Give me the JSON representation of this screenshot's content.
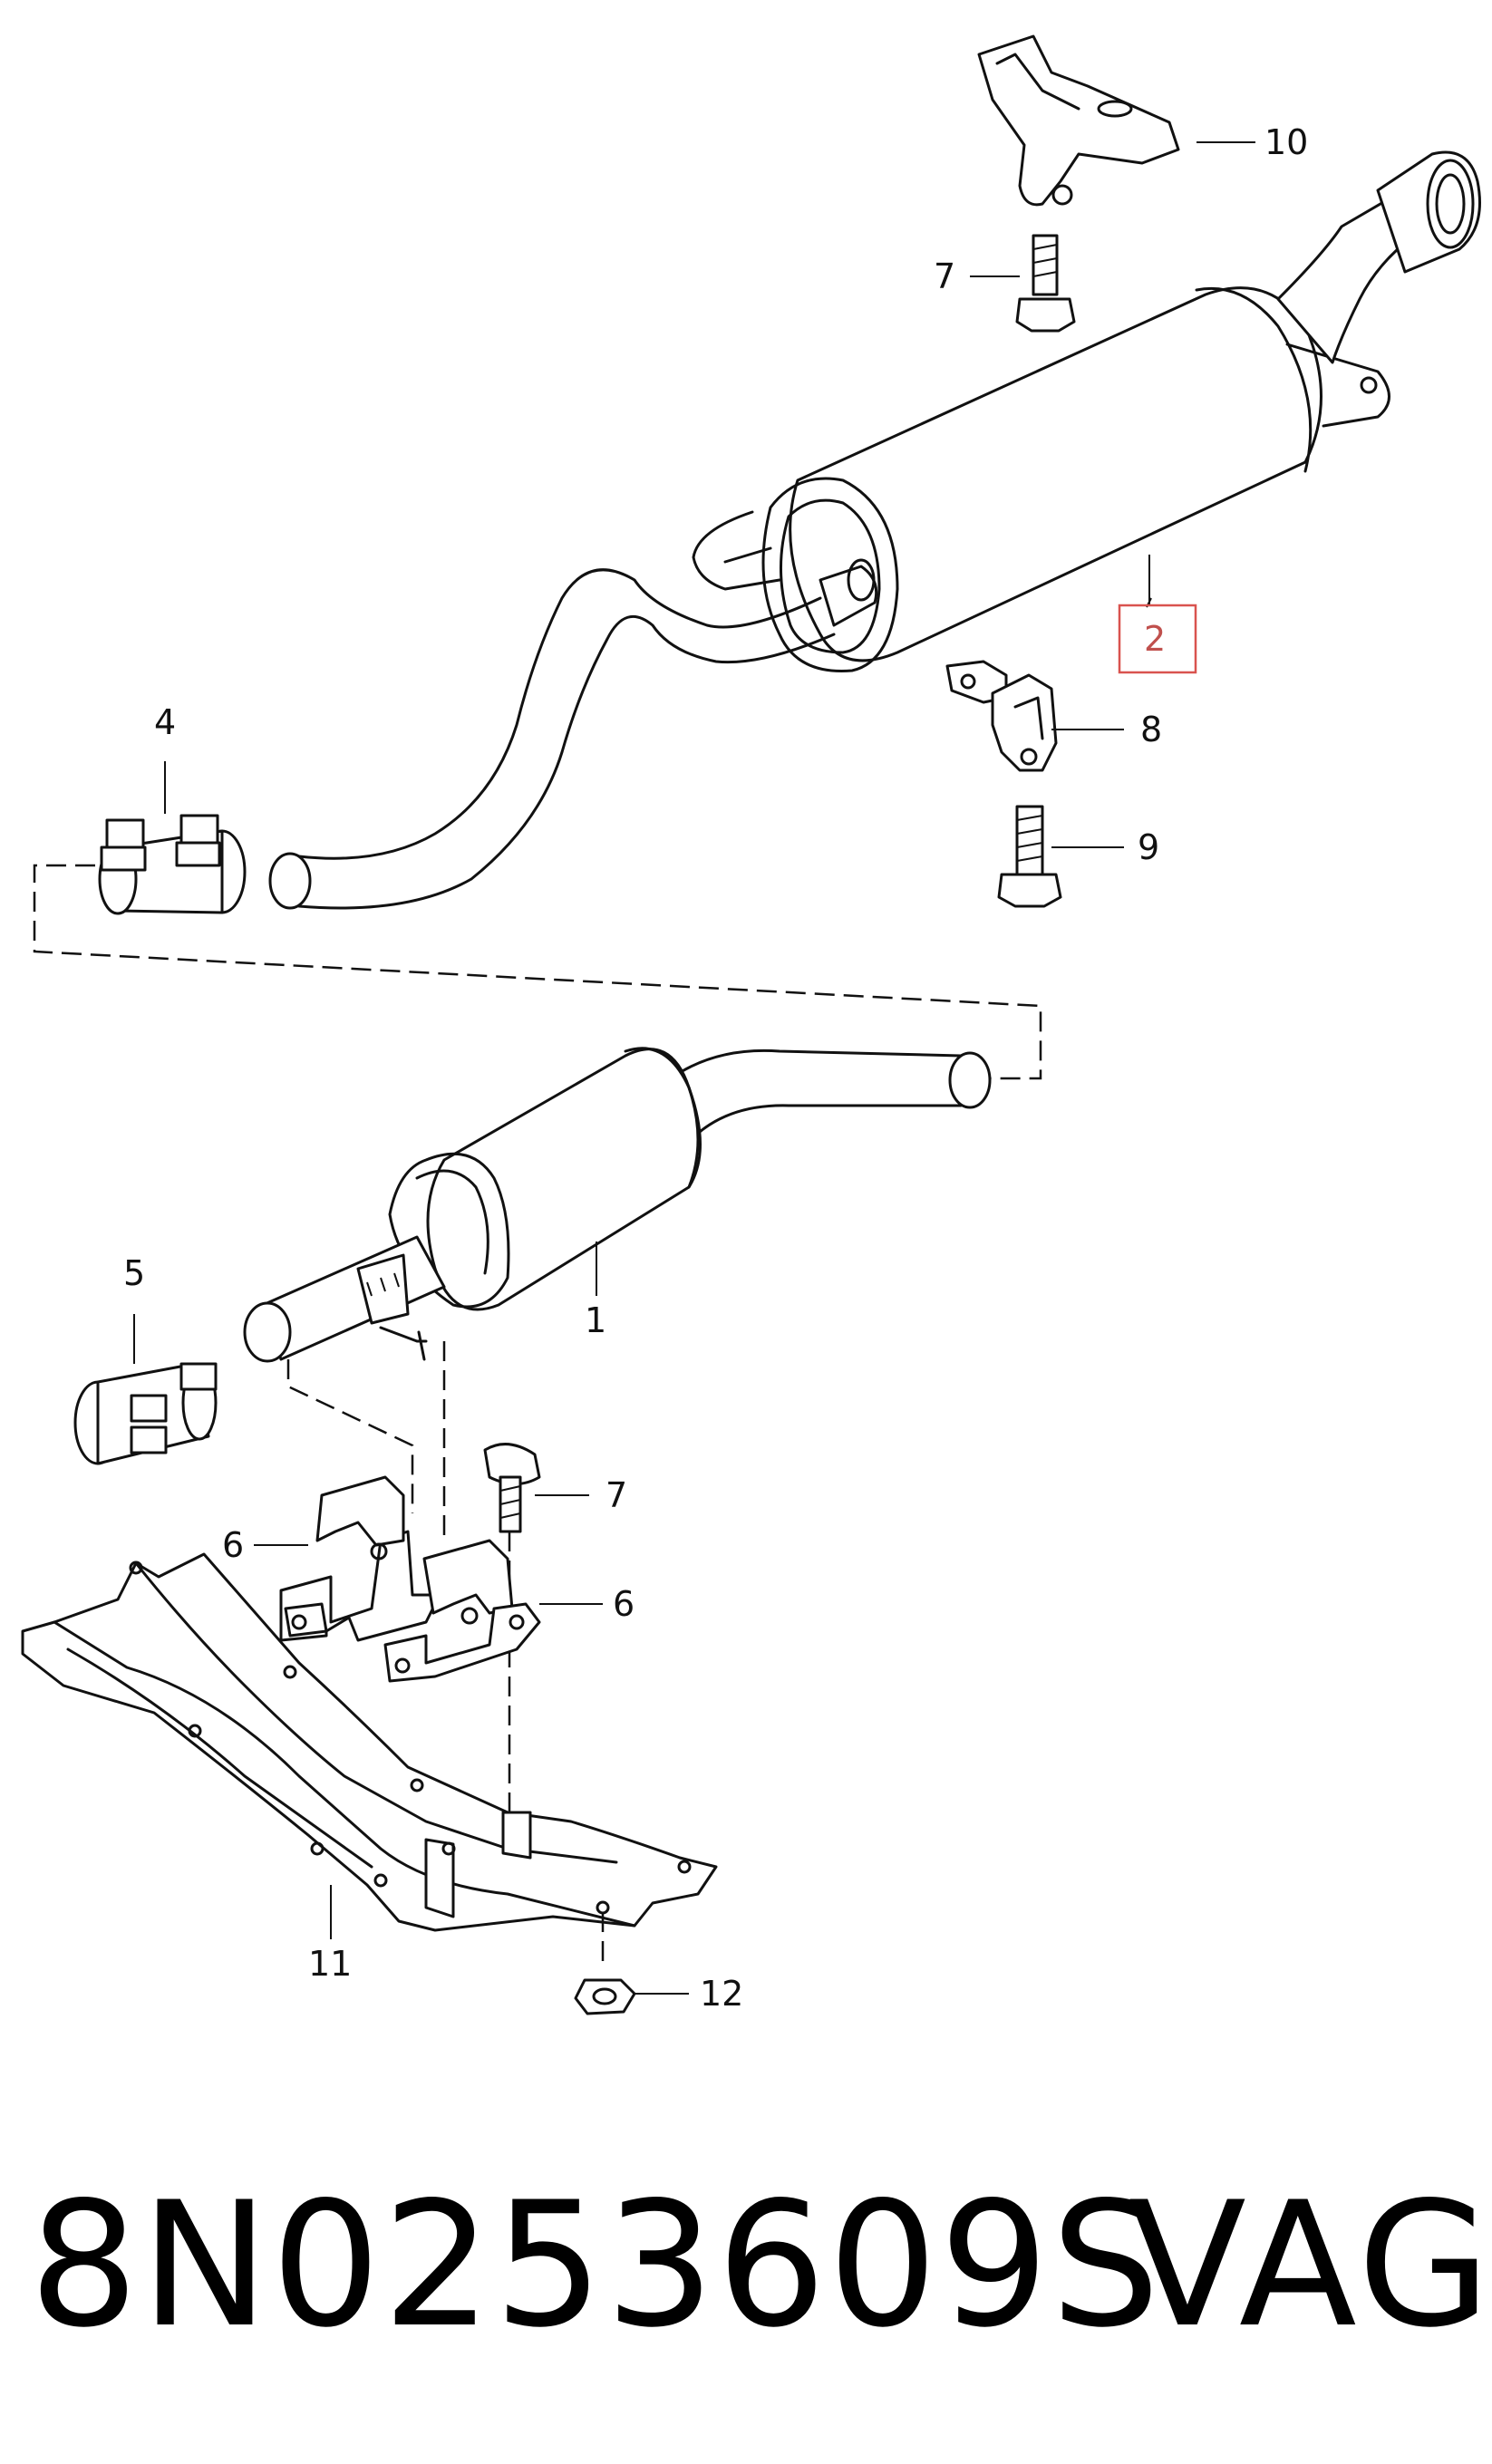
{
  "callouts": {
    "c1": "1",
    "c2": "2",
    "c4": "4",
    "c5": "5",
    "c6a": "6",
    "c6b": "6",
    "c7a": "7",
    "c7b": "7",
    "c8": "8",
    "c9": "9",
    "c10": "10",
    "c11": "11",
    "c12": "12"
  },
  "highlighted_callout": "2",
  "colors": {
    "highlight": "#d9534f",
    "line": "#111111"
  },
  "footer": {
    "part_number": "8N0253609S",
    "brand": "VAG"
  }
}
